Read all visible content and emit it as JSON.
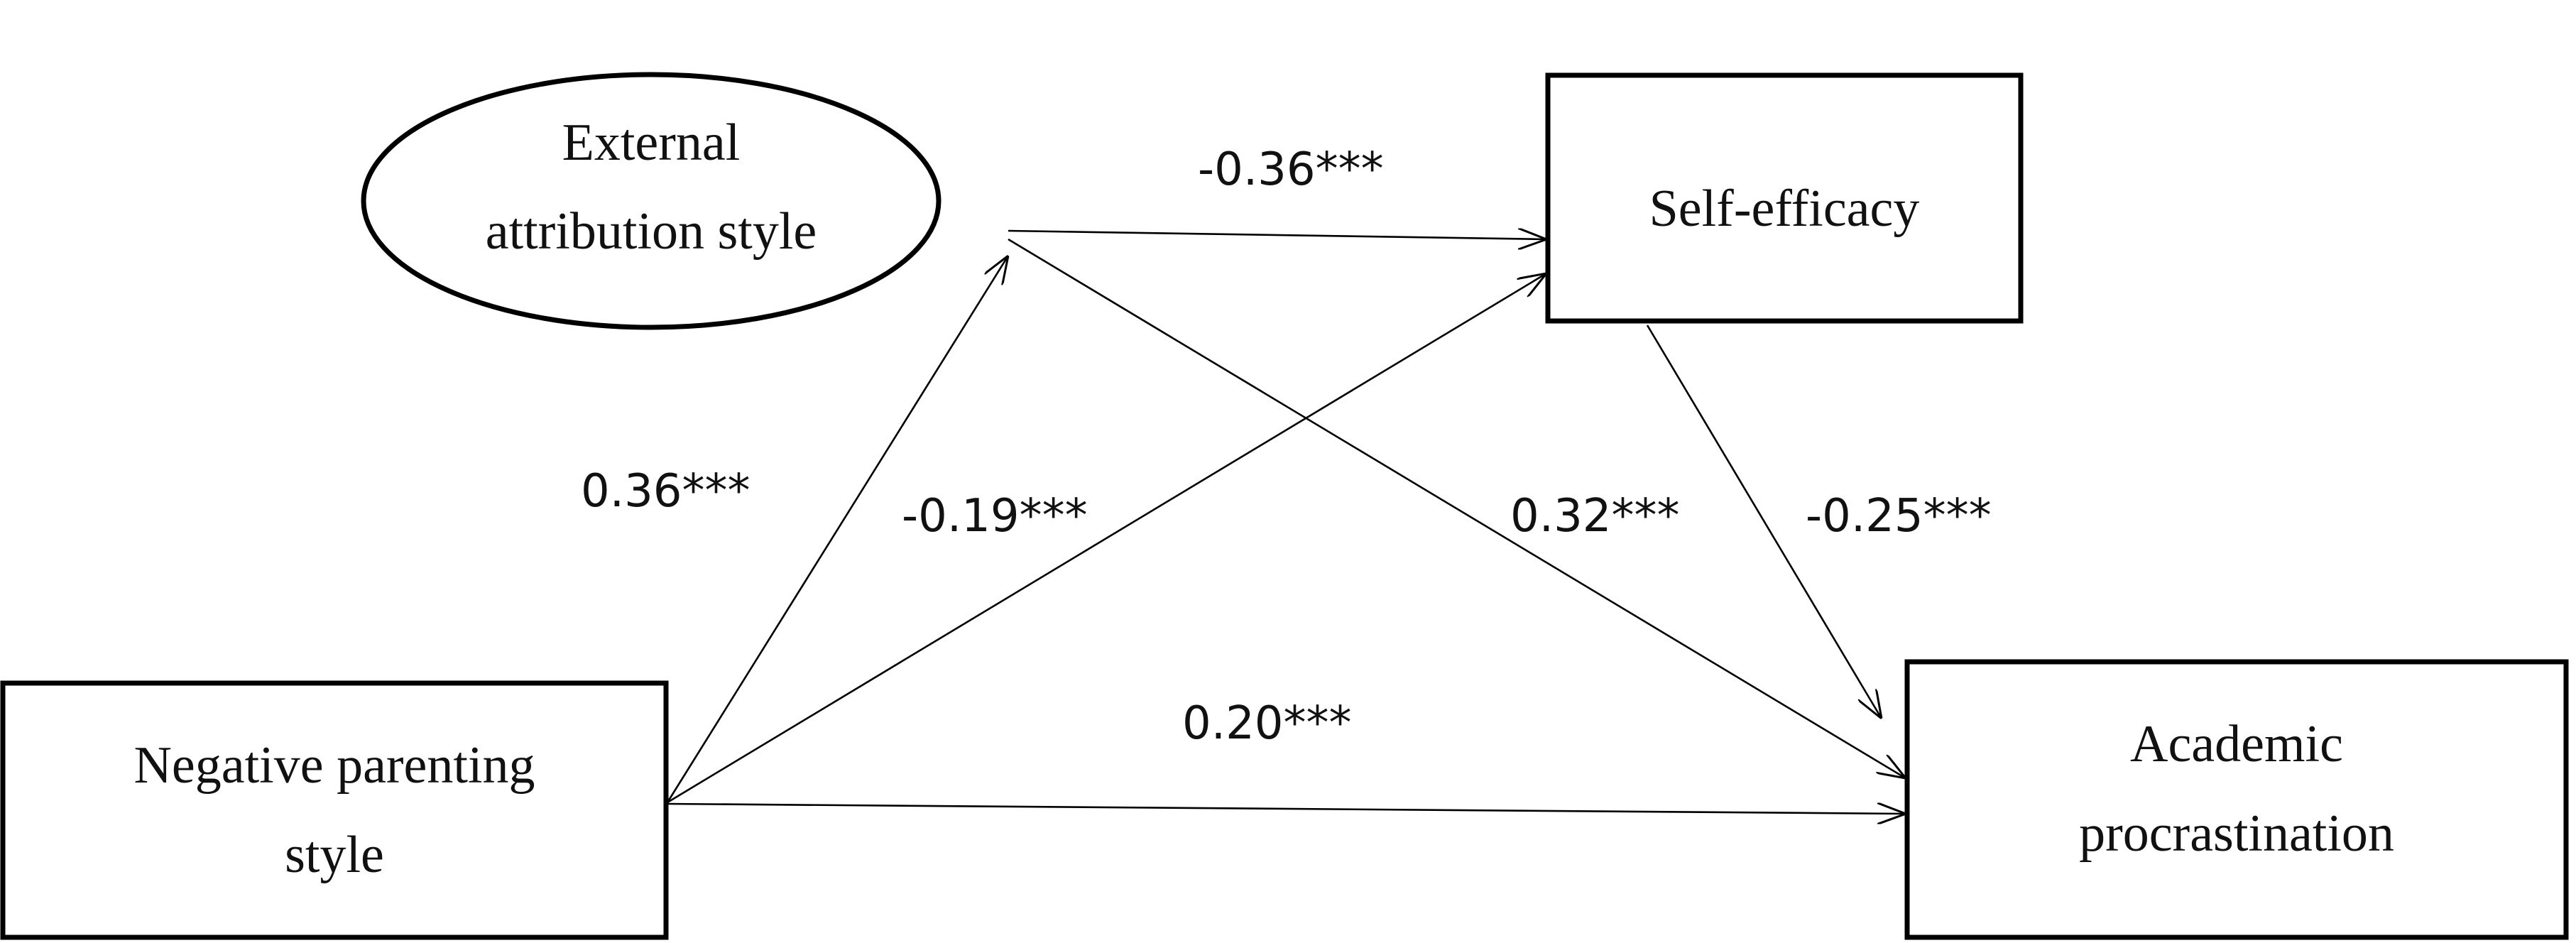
{
  "nodes": {
    "external_attribution": {
      "line1": "External",
      "line2": "attribution style"
    },
    "self_efficacy": {
      "label": "Self-efficacy"
    },
    "negative_parenting": {
      "line1": "Negative parenting",
      "line2": "style"
    },
    "academic_procrastination": {
      "line1": "Academic",
      "line2": "procrastination"
    }
  },
  "paths": {
    "parenting_to_attribution": "0.36***",
    "attribution_to_efficacy": "-0.36***",
    "parenting_to_efficacy": "-0.19***",
    "attribution_to_procrastination": "0.32***",
    "efficacy_to_procrastination": "-0.25***",
    "parenting_to_procrastination": "0.20***"
  },
  "colors": {
    "stroke": "#000000",
    "text": "#111111",
    "background": "#ffffff"
  }
}
